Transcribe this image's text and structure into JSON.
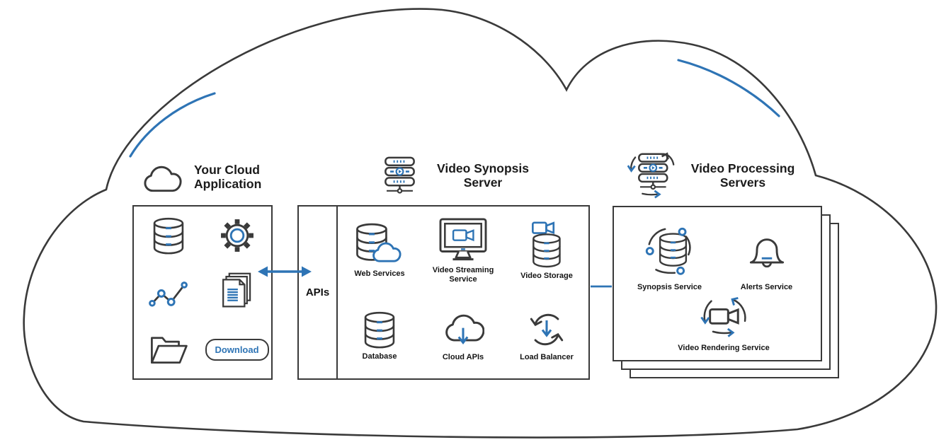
{
  "colors": {
    "outline": "#3a3a3a",
    "accent": "#2e74b5",
    "text": "#1b1b1b"
  },
  "headers": {
    "app": {
      "line1": "Your Cloud",
      "line2": "Application"
    },
    "synopsis_server": {
      "line1": "Video Synopsis",
      "line2": "Server"
    },
    "processing_servers": {
      "line1": "Video Processing",
      "line2": "Servers"
    }
  },
  "app_box": {
    "download_label": "Download",
    "icons": [
      "database",
      "gear",
      "line-chart",
      "documents",
      "folder"
    ]
  },
  "api_panel": {
    "label": "APIs"
  },
  "synopsis_box": {
    "services": [
      {
        "label": "Web Services",
        "icon": "database-cloud"
      },
      {
        "label": "Video Streaming Service",
        "icon": "monitor-camera"
      },
      {
        "label": "Video Storage",
        "icon": "camera-database"
      },
      {
        "label": "Database",
        "icon": "database"
      },
      {
        "label": "Cloud APIs",
        "icon": "cloud-down-arrow"
      },
      {
        "label": "Load Balancer",
        "icon": "cycle-arrows"
      }
    ]
  },
  "processing_box": {
    "services": [
      {
        "label": "Synopsis Service",
        "icon": "database-sync"
      },
      {
        "label": "Alerts Service",
        "icon": "bell"
      },
      {
        "label": "Video Rendering Service",
        "icon": "camera-sync"
      }
    ]
  }
}
